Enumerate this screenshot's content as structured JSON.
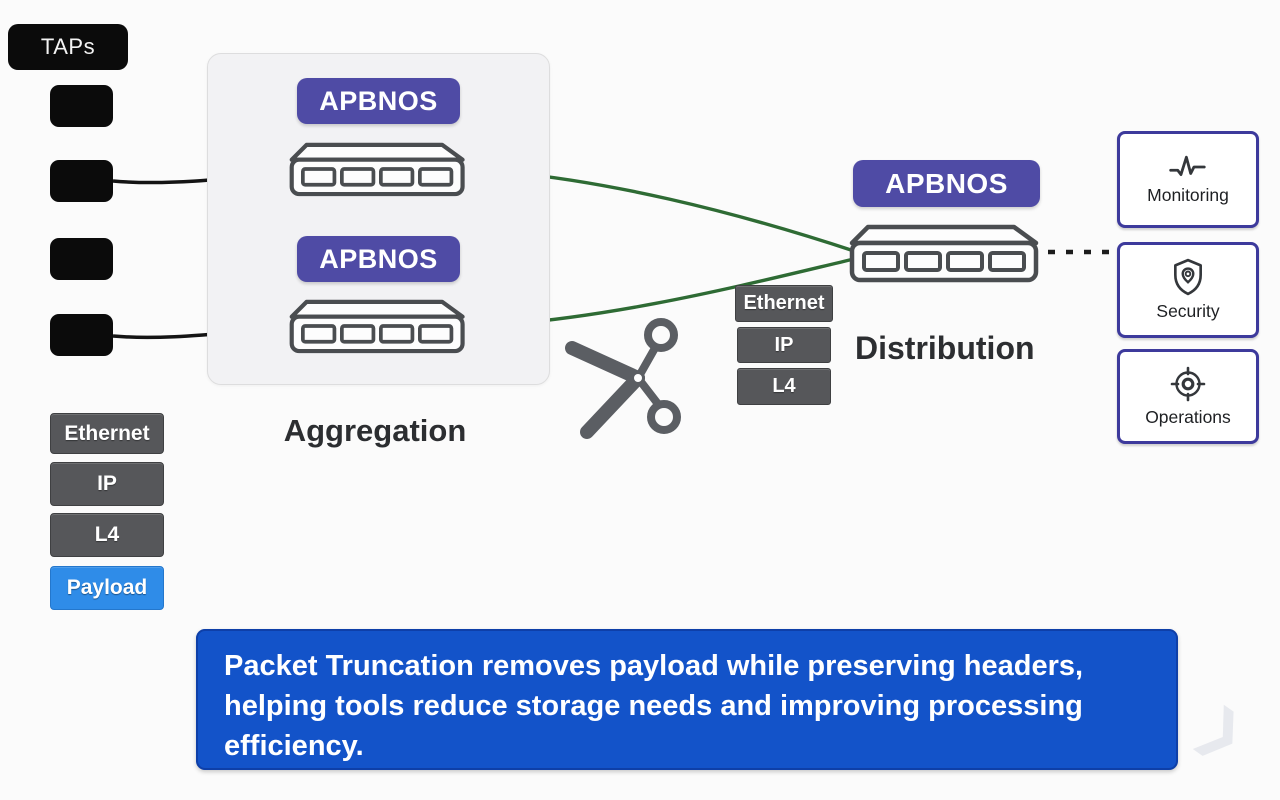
{
  "colors": {
    "badge_purple": "#4f4ba5",
    "caption_blue": "#1353c9",
    "payload_blue": "#2f8ce8",
    "layer_gray": "#56575a",
    "line_green": "#2e6b34",
    "line_black": "#141414",
    "tool_border_indigo": "#3d3a9c"
  },
  "taps": {
    "label": "TAPs",
    "count": 4
  },
  "aggregation": {
    "label": "Aggregation",
    "badge_top": "APBNOS",
    "badge_bottom": "APBNOS"
  },
  "distribution": {
    "label": "Distribution",
    "badge": "APBNOS"
  },
  "packet_full": {
    "layers": [
      "Ethernet",
      "IP",
      "L4",
      "Payload"
    ]
  },
  "packet_truncated": {
    "layers": [
      "Ethernet",
      "IP",
      "L4"
    ]
  },
  "tools": [
    {
      "label": "Monitoring",
      "icon": "pulse-icon"
    },
    {
      "label": "Security",
      "icon": "shield-icon"
    },
    {
      "label": "Operations",
      "icon": "target-icon"
    }
  ],
  "caption": {
    "lines": [
      "Packet Truncation removes payload while preserving headers,",
      "helping tools reduce storage needs and improving processing",
      "efficiency."
    ]
  }
}
